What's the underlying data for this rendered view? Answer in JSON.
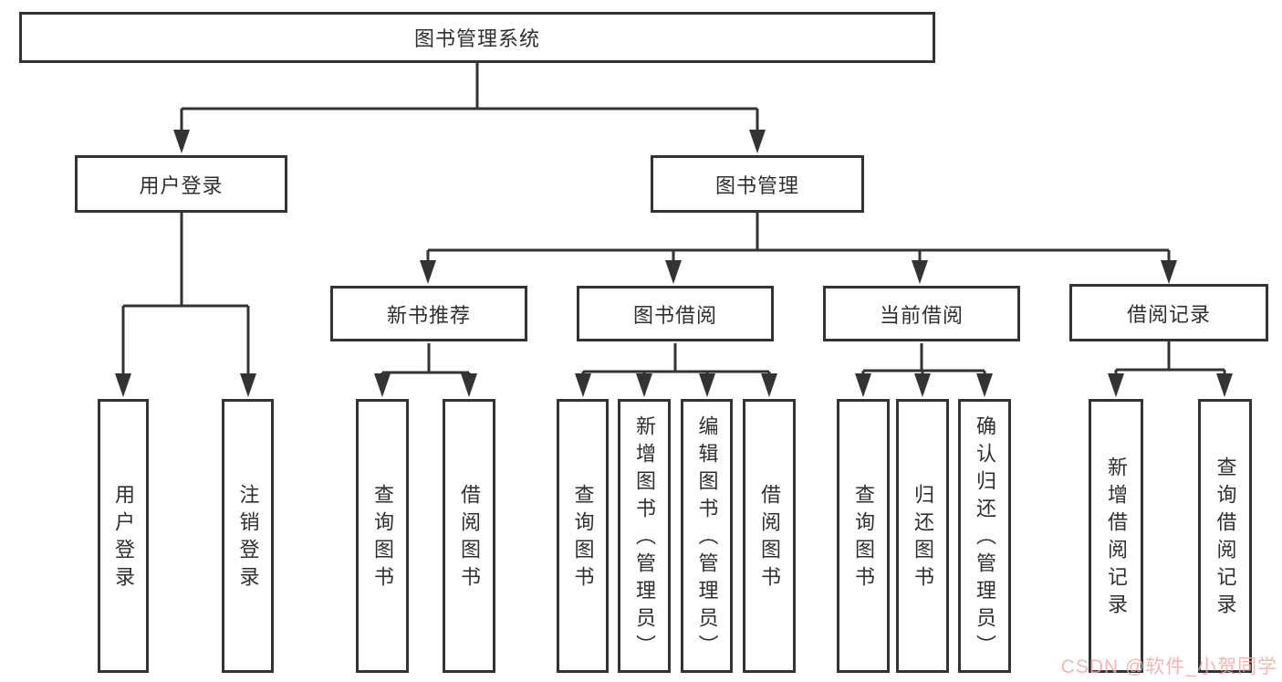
{
  "diagram": {
    "type": "hierarchy-tree",
    "title": "图书管理系统",
    "colors": {
      "box_border": "#333333",
      "box_fill": "#ffffff",
      "text": "#2f2f2f",
      "connector": "#333333",
      "watermark": "#f4a8a8",
      "background": "#ffffff"
    },
    "tree": {
      "root": {
        "label": "图书管理系统"
      },
      "branches": [
        {
          "label": "用户登录",
          "leaves": [
            {
              "label": "用户登录"
            },
            {
              "label": "注销登录"
            }
          ]
        },
        {
          "label": "图书管理",
          "groups": [
            {
              "label": "新书推荐",
              "leaves": [
                {
                  "label": "查询图书"
                },
                {
                  "label": "借阅图书"
                }
              ]
            },
            {
              "label": "图书借阅",
              "leaves": [
                {
                  "label": "查询图书"
                },
                {
                  "label": "新增图书（管理员）"
                },
                {
                  "label": "编辑图书（管理员）"
                },
                {
                  "label": "借阅图书"
                }
              ]
            },
            {
              "label": "当前借阅",
              "leaves": [
                {
                  "label": "查询图书"
                },
                {
                  "label": "归还图书"
                },
                {
                  "label": "确认归还（管理员）"
                }
              ]
            },
            {
              "label": "借阅记录",
              "leaves": [
                {
                  "label": "新增借阅记录"
                },
                {
                  "label": "查询借阅记录"
                }
              ]
            }
          ]
        }
      ]
    }
  },
  "watermark": {
    "text": "CSDN @软件_小贺同学"
  }
}
